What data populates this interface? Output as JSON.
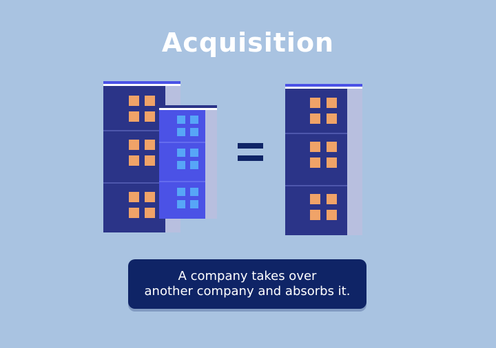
{
  "title": "Acquisition",
  "equals_symbol": "=",
  "caption": {
    "line1": "A company takes over",
    "line2": "another company and absorbs it."
  },
  "colors": {
    "background": "#a9c3e1",
    "acquirer_building": "#2b3488",
    "acquired_building": "#4b52e6",
    "building_side": "#b8bfdf",
    "orange_window": "#f0a368",
    "blue_window": "#57a6f7",
    "caption_bg": "#0f2466"
  },
  "icons": {
    "left_building": "office-building-icon",
    "overlapping_building": "office-building-icon",
    "result_building": "office-building-icon",
    "equals": "equals-sign-icon"
  }
}
